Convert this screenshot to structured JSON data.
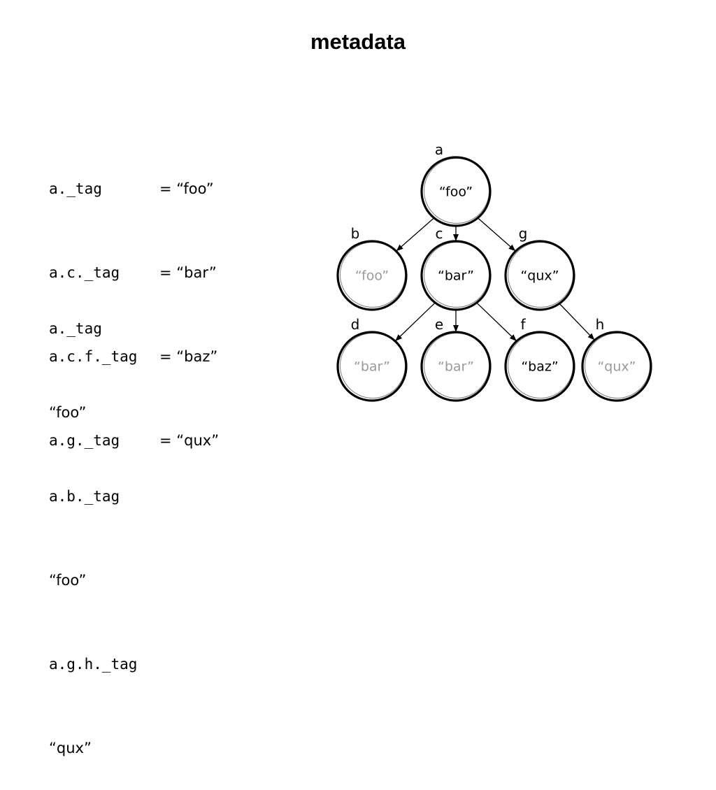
{
  "title": "metadata",
  "assignments": [
    {
      "lhs": "a._tag",
      "rhs": "= “foo”"
    },
    {
      "lhs": "a.c._tag",
      "rhs": "= “bar”"
    },
    {
      "lhs": "a.c.f._tag",
      "rhs": "= “baz”"
    },
    {
      "lhs": "a.g._tag",
      "rhs": "= “qux”"
    }
  ],
  "reads": [
    "a._tag",
    "“foo”",
    "a.b._tag",
    "“foo”",
    "a.g.h._tag",
    "“qux”"
  ],
  "tree": {
    "nodes": [
      {
        "id": "a",
        "label": "a",
        "value": "“foo”",
        "inherited": false
      },
      {
        "id": "b",
        "label": "b",
        "value": "“foo”",
        "inherited": true
      },
      {
        "id": "c",
        "label": "c",
        "value": "“bar”",
        "inherited": false
      },
      {
        "id": "g",
        "label": "g",
        "value": "“qux”",
        "inherited": false
      },
      {
        "id": "d",
        "label": "d",
        "value": "“bar”",
        "inherited": true
      },
      {
        "id": "e",
        "label": "e",
        "value": "“bar”",
        "inherited": true
      },
      {
        "id": "f",
        "label": "f",
        "value": "“baz”",
        "inherited": false
      },
      {
        "id": "h",
        "label": "h",
        "value": "“qux”",
        "inherited": true
      }
    ],
    "edges": [
      [
        "a",
        "b"
      ],
      [
        "a",
        "c"
      ],
      [
        "a",
        "g"
      ],
      [
        "c",
        "d"
      ],
      [
        "c",
        "e"
      ],
      [
        "c",
        "f"
      ],
      [
        "g",
        "h"
      ]
    ],
    "colors": {
      "own": "#000000",
      "inherited": "#9a9a9a"
    }
  }
}
